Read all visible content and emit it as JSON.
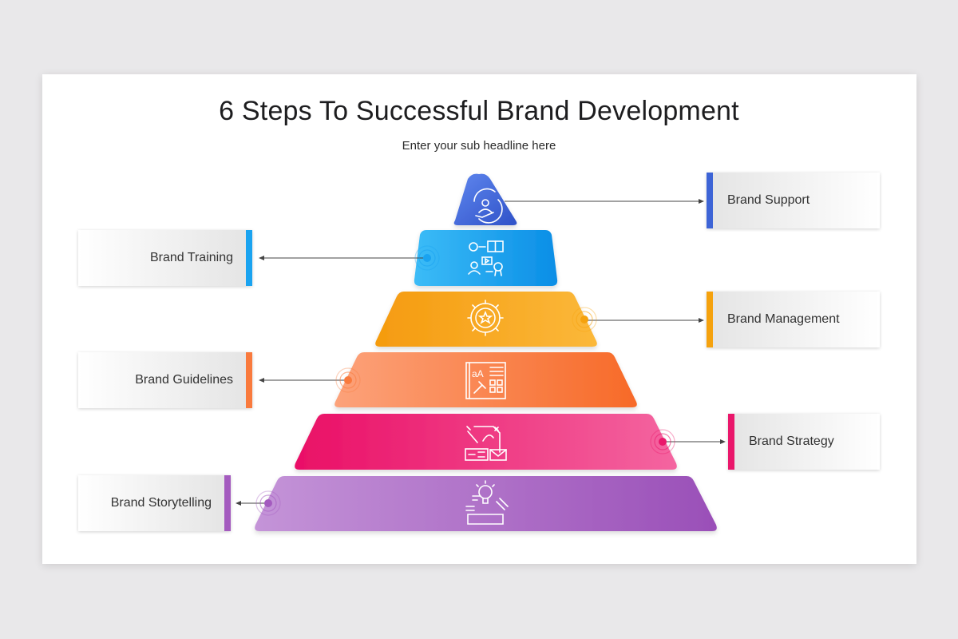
{
  "slide": {
    "title": "6 Steps To Successful Brand Development",
    "subtitle": "Enter your sub headline here"
  },
  "steps": [
    {
      "label": "Brand Support",
      "color": "#3d64d6",
      "icon": "support-cycle-icon"
    },
    {
      "label": "Brand Training",
      "color": "#1aa3f0",
      "icon": "training-icon"
    },
    {
      "label": "Brand Management",
      "color": "#f5a20e",
      "icon": "gear-star-icon"
    },
    {
      "label": "Brand Guidelines",
      "color": "#f97a3d",
      "icon": "guidelines-book-icon"
    },
    {
      "label": "Brand Strategy",
      "color": "#ea176b",
      "icon": "strategy-board-icon"
    },
    {
      "label": "Brand Storytelling",
      "color": "#a45bbf",
      "icon": "idea-story-icon"
    }
  ]
}
